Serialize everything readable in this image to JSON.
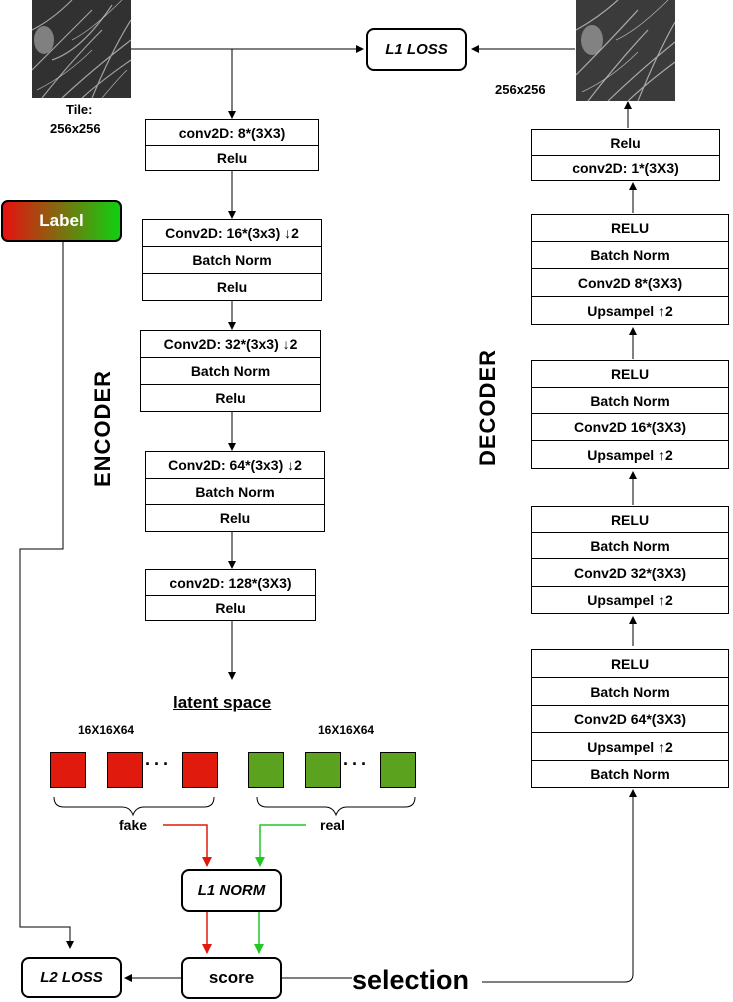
{
  "input_tile_label_line1": "Tile:",
  "input_tile_label_line2": "256x256",
  "output_tile_label": "256x256",
  "l1_loss": "L1 LOSS",
  "label_button": "Label",
  "encoder_title": "ENCODER",
  "decoder_title": "DECODER",
  "encoder": {
    "b1": [
      "conv2D: 8*(3X3)",
      "Relu"
    ],
    "b2": [
      "Conv2D: 16*(3x3) ↓2",
      "Batch Norm",
      "Relu"
    ],
    "b3": [
      "Conv2D: 32*(3x3) ↓2",
      "Batch Norm",
      "Relu"
    ],
    "b4": [
      "Conv2D: 64*(3x3) ↓2",
      "Batch Norm",
      "Relu"
    ],
    "b5": [
      "conv2D: 128*(3X3)",
      "Relu"
    ]
  },
  "latent_space": "latent space",
  "fake_dims": "16X16X64",
  "real_dims": "16X16X64",
  "fake_label": "fake",
  "real_label": "real",
  "l1_norm": "L1 NORM",
  "score": "score",
  "l2_loss": "L2 LOSS",
  "selection": "selection",
  "decoder": {
    "d1": [
      "Relu",
      "conv2D: 1*(3X3)"
    ],
    "d2": [
      "RELU",
      "Batch Norm",
      "Conv2D 8*(3X3)",
      "Upsampel ↑2"
    ],
    "d3": [
      "RELU",
      "Batch Norm",
      "Conv2D 16*(3X3)",
      "Upsampel ↑2"
    ],
    "d4": [
      "RELU",
      "Batch Norm",
      "Conv2D 32*(3X3)",
      "Upsampel ↑2"
    ],
    "d5": [
      "RELU",
      "Batch Norm",
      "Conv2D 64*(3X3)",
      "Upsampel ↑2",
      "Batch Norm"
    ]
  },
  "colors": {
    "fake_square": "#e01a0c",
    "real_square": "#5ba31f",
    "fake_arrow": "#e01a0c",
    "real_arrow": "#22c822",
    "label_gradient_start": "#e81010",
    "label_gradient_end": "#10d010"
  }
}
